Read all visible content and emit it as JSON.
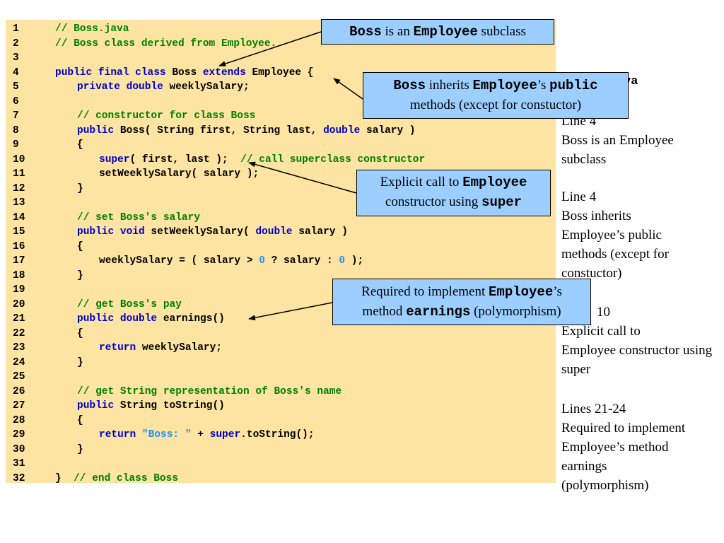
{
  "code_lines": [
    {
      "n": "1",
      "indent": 0,
      "tokens": [
        {
          "t": "// Boss.java",
          "c": "comment"
        }
      ]
    },
    {
      "n": "2",
      "indent": 0,
      "tokens": [
        {
          "t": "// Boss class derived from Employee.",
          "c": "comment"
        }
      ]
    },
    {
      "n": "3",
      "indent": 0,
      "tokens": []
    },
    {
      "n": "4",
      "indent": 0,
      "tokens": [
        {
          "t": "public final class",
          "c": "kw"
        },
        {
          "t": " Boss ",
          "c": "plain"
        },
        {
          "t": "extends",
          "c": "kw"
        },
        {
          "t": " Employee {",
          "c": "plain"
        }
      ]
    },
    {
      "n": "5",
      "indent": 1,
      "tokens": [
        {
          "t": "private double",
          "c": "kw"
        },
        {
          "t": " weeklySalary;",
          "c": "plain"
        }
      ]
    },
    {
      "n": "6",
      "indent": 0,
      "tokens": []
    },
    {
      "n": "7",
      "indent": 1,
      "tokens": [
        {
          "t": "// constructor for class Boss",
          "c": "comment"
        }
      ]
    },
    {
      "n": "8",
      "indent": 1,
      "tokens": [
        {
          "t": "public",
          "c": "kw"
        },
        {
          "t": " Boss( String first, String last, ",
          "c": "plain"
        },
        {
          "t": "double",
          "c": "kw"
        },
        {
          "t": " salary )",
          "c": "plain"
        }
      ]
    },
    {
      "n": "9",
      "indent": 1,
      "tokens": [
        {
          "t": "{",
          "c": "plain"
        }
      ]
    },
    {
      "n": "10",
      "indent": 2,
      "tokens": [
        {
          "t": "super",
          "c": "kw"
        },
        {
          "t": "( first, last );  ",
          "c": "plain"
        },
        {
          "t": "// call superclass constructor",
          "c": "comment"
        }
      ]
    },
    {
      "n": "11",
      "indent": 2,
      "tokens": [
        {
          "t": "setWeeklySalary( salary );",
          "c": "plain"
        }
      ]
    },
    {
      "n": "12",
      "indent": 1,
      "tokens": [
        {
          "t": "}",
          "c": "plain"
        }
      ]
    },
    {
      "n": "13",
      "indent": 0,
      "tokens": []
    },
    {
      "n": "14",
      "indent": 1,
      "tokens": [
        {
          "t": "// set Boss's salary",
          "c": "comment"
        }
      ]
    },
    {
      "n": "15",
      "indent": 1,
      "tokens": [
        {
          "t": "public void",
          "c": "kw"
        },
        {
          "t": " setWeeklySalary( ",
          "c": "plain"
        },
        {
          "t": "double",
          "c": "kw"
        },
        {
          "t": " salary )",
          "c": "plain"
        }
      ]
    },
    {
      "n": "16",
      "indent": 1,
      "tokens": [
        {
          "t": "{",
          "c": "plain"
        }
      ]
    },
    {
      "n": "17",
      "indent": 2,
      "tokens": [
        {
          "t": "weeklySalary = ( salary > ",
          "c": "plain"
        },
        {
          "t": "0",
          "c": "number"
        },
        {
          "t": " ? salary : ",
          "c": "plain"
        },
        {
          "t": "0",
          "c": "number"
        },
        {
          "t": " );",
          "c": "plain"
        }
      ]
    },
    {
      "n": "18",
      "indent": 1,
      "tokens": [
        {
          "t": "}",
          "c": "plain"
        }
      ]
    },
    {
      "n": "19",
      "indent": 0,
      "tokens": []
    },
    {
      "n": "20",
      "indent": 1,
      "tokens": [
        {
          "t": "// get Boss's pay",
          "c": "comment"
        }
      ]
    },
    {
      "n": "21",
      "indent": 1,
      "tokens": [
        {
          "t": "public double",
          "c": "kw"
        },
        {
          "t": " earnings()",
          "c": "plain"
        }
      ]
    },
    {
      "n": "22",
      "indent": 1,
      "tokens": [
        {
          "t": "{",
          "c": "plain"
        }
      ]
    },
    {
      "n": "23",
      "indent": 2,
      "tokens": [
        {
          "t": "return",
          "c": "kw"
        },
        {
          "t": " weeklySalary;",
          "c": "plain"
        }
      ]
    },
    {
      "n": "24",
      "indent": 1,
      "tokens": [
        {
          "t": "}",
          "c": "plain"
        }
      ]
    },
    {
      "n": "25",
      "indent": 0,
      "tokens": []
    },
    {
      "n": "26",
      "indent": 1,
      "tokens": [
        {
          "t": "// get String representation of Boss's name",
          "c": "comment"
        }
      ]
    },
    {
      "n": "27",
      "indent": 1,
      "tokens": [
        {
          "t": "public",
          "c": "kw"
        },
        {
          "t": " String toString()",
          "c": "plain"
        }
      ]
    },
    {
      "n": "28",
      "indent": 1,
      "tokens": [
        {
          "t": "{",
          "c": "plain"
        }
      ]
    },
    {
      "n": "29",
      "indent": 2,
      "tokens": [
        {
          "t": "return",
          "c": "kw"
        },
        {
          "t": " ",
          "c": "plain"
        },
        {
          "t": "\"Boss: \"",
          "c": "string"
        },
        {
          "t": " + ",
          "c": "plain"
        },
        {
          "t": "super",
          "c": "kw"
        },
        {
          "t": ".toString();",
          "c": "plain"
        }
      ]
    },
    {
      "n": "30",
      "indent": 1,
      "tokens": [
        {
          "t": "}",
          "c": "plain"
        }
      ]
    },
    {
      "n": "31",
      "indent": 0,
      "tokens": []
    },
    {
      "n": "32",
      "indent": 0,
      "tokens": [
        {
          "t": "}  ",
          "c": "plain"
        },
        {
          "t": "// end class Boss",
          "c": "comment"
        }
      ]
    }
  ],
  "callouts": {
    "subclass": {
      "boss": "Boss",
      "is_an": " is an ",
      "employee": "Employee",
      "subclass": " subclass"
    },
    "inherits": {
      "boss": "Boss",
      "inherits": " inherits ",
      "employee": "Employee",
      "apos": "’s ",
      "public": "public",
      "methods": "methods (except for constuctor)"
    },
    "explicit": {
      "text": "Explicit call to ",
      "employee": "Employee",
      "constructor_using": "constructor using ",
      "super": "super"
    },
    "required": {
      "text": "Required to implement ",
      "employee": "Employee",
      "apos": "’s",
      "method": "method ",
      "earnings": "earnings",
      "poly": " (polymorphism)"
    }
  },
  "side_notes": {
    "file_fragment": "va",
    "note1": {
      "line": "Line 4",
      "boss": "Boss",
      "is_an": " is an ",
      "employee": "Employee",
      "subclass": "subclass"
    },
    "note2": {
      "line": "Line 4",
      "boss": "Boss",
      "inherits": " inherits",
      "employee": "Employee",
      "apos": "’s ",
      "public": "public",
      "methods": "methods (except for constuctor)"
    },
    "note3": {
      "line": "10",
      "explicit": "Explicit call to",
      "employee": "Employee",
      "constructor": " constructor using ",
      "super": "super"
    },
    "note4": {
      "line": "Lines 21-24",
      "required": "Required to implement",
      "employee": "Employee",
      "apos_method": "’s method",
      "earnings": "earnings",
      "poly": "(polymorphism)"
    }
  },
  "colors": {
    "code_background": "#fde4a2",
    "callout_background": "#9ccfff",
    "keyword": "#0000cc",
    "comment": "#008000",
    "string_literal": "#1e90ff"
  }
}
